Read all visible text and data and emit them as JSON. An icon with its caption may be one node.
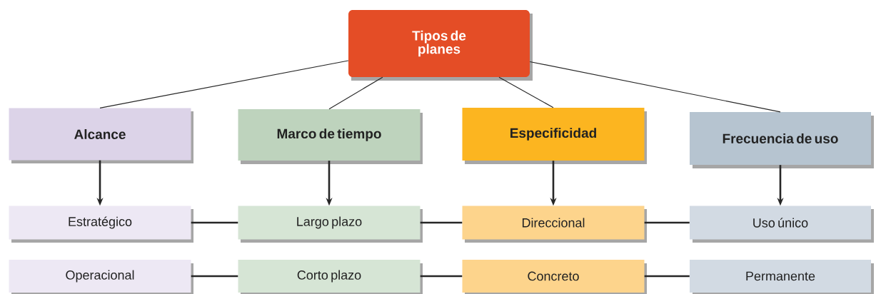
{
  "diagram": {
    "nodes": [
      {
        "text": [
          "Tipos de planes"
        ]
      },
      {
        "text": [
          "Alcance"
        ]
      },
      {
        "text": [
          "Marco de tiempo"
        ]
      },
      {
        "text": [
          "Especificidad"
        ]
      },
      {
        "text": [
          "Frecuencia de uso"
        ]
      },
      {
        "text": [
          "Estratégico"
        ]
      },
      {
        "text": [
          "Largo plazo"
        ]
      },
      {
        "text": [
          "Direccional"
        ]
      },
      {
        "text": [
          "Uso único"
        ]
      },
      {
        "text": [
          "Operacional"
        ]
      },
      {
        "text": [
          "Corto plazo"
        ]
      },
      {
        "text": [
          "Concreto"
        ]
      },
      {
        "text": [
          "Permanente"
        ]
      }
    ],
    "edges": [
      {
        "from": 0,
        "to": 1,
        "arrow": "none"
      },
      {
        "from": 0,
        "to": 2,
        "arrow": "none"
      },
      {
        "from": 0,
        "to": 3,
        "arrow": "none"
      },
      {
        "from": 0,
        "to": 4,
        "arrow": "none"
      },
      {
        "from": 1,
        "to": 5,
        "arrow": "to"
      },
      {
        "from": 2,
        "to": 6,
        "arrow": "to"
      },
      {
        "from": 3,
        "to": 7,
        "arrow": "to"
      },
      {
        "from": 4,
        "to": 8,
        "arrow": "to"
      },
      {
        "from": 5,
        "to": 6,
        "arrow": "none"
      },
      {
        "from": 6,
        "to": 7,
        "arrow": "none"
      },
      {
        "from": 7,
        "to": 8,
        "arrow": "none"
      },
      {
        "from": 9,
        "to": 10,
        "arrow": "none"
      },
      {
        "from": 10,
        "to": 11,
        "arrow": "none"
      },
      {
        "from": 11,
        "to": 12,
        "arrow": "none"
      }
    ]
  }
}
